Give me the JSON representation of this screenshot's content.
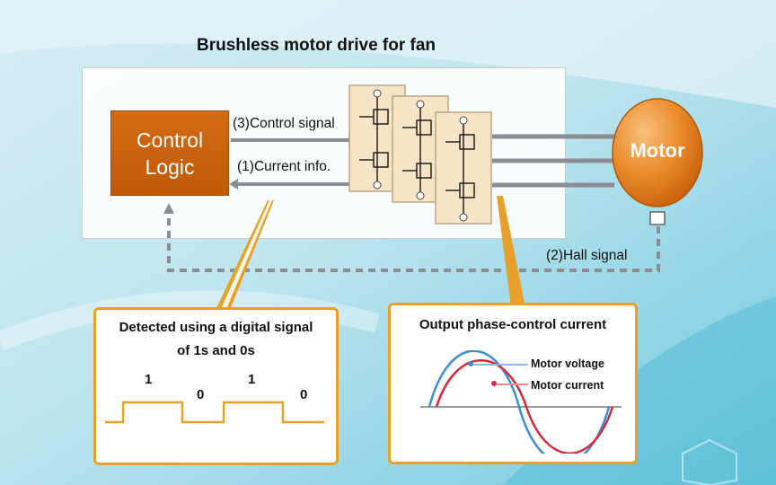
{
  "title": "Brushless motor drive for fan",
  "control_logic": {
    "line1": "Control",
    "line2": "Logic"
  },
  "signals": {
    "control": "(3)Control signal",
    "current": "(1)Current info.",
    "hall": "(2)Hall signal"
  },
  "motor": {
    "label": "Motor"
  },
  "digital_callout": {
    "line1": "Detected using a digital signal",
    "line2": "of 1s and 0s",
    "bits": [
      "1",
      "0",
      "1",
      "0"
    ]
  },
  "phase_callout": {
    "title": "Output phase-control current",
    "legend": [
      {
        "label": "Motor voltage",
        "color": "#3d8ed8"
      },
      {
        "label": "Motor current",
        "color": "#d8283a"
      }
    ]
  },
  "colors": {
    "accent": "#e7a12a",
    "control_logic": "#c8600c",
    "motor": "#e8882a",
    "arrow": "#8a8d92"
  }
}
